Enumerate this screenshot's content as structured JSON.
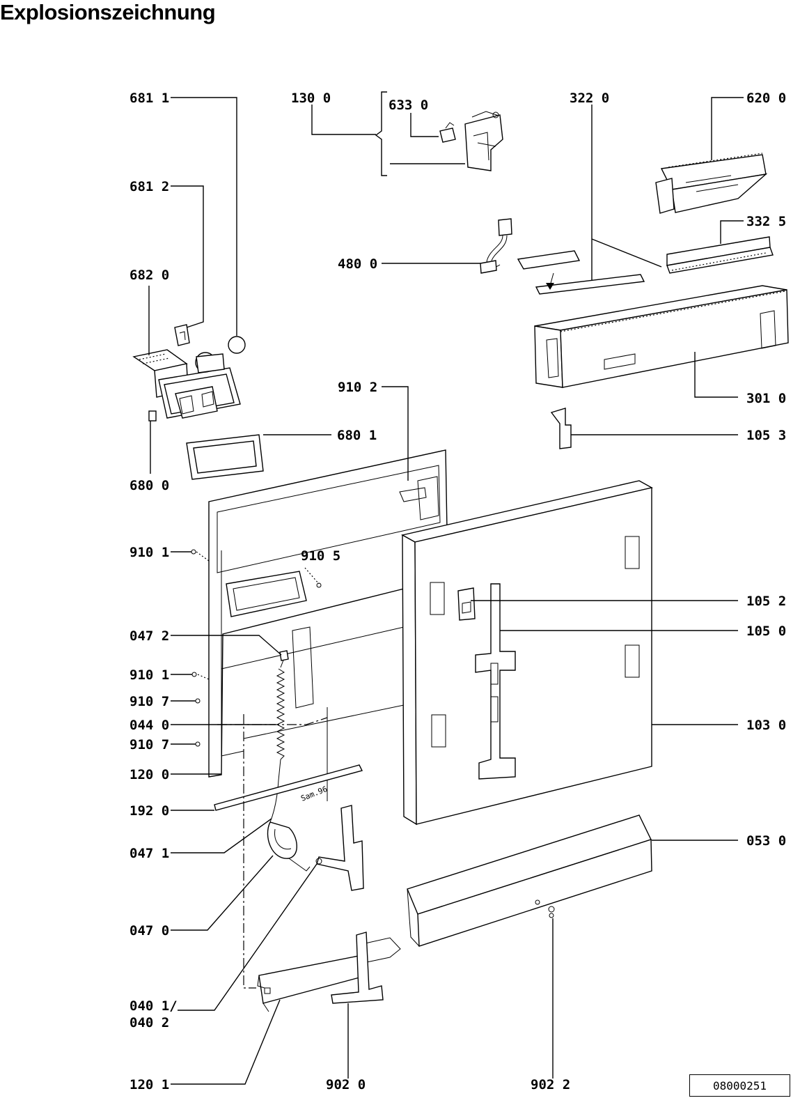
{
  "title": "Explosionszeichnung",
  "document_code": "08000251",
  "stamp_text": "Sam.96",
  "callouts": {
    "l681_1": "681 1",
    "l681_2": "681 2",
    "l682_0": "682 0",
    "l680_0": "680 0",
    "l680_1": "680 1",
    "l130_0": "130 0",
    "l633_0": "633 0",
    "l322_0": "322 0",
    "l620_0": "620 0",
    "l332_5": "332 5",
    "l480_0": "480 0",
    "l301_0": "301 0",
    "l105_3": "105 3",
    "l910_2": "910 2",
    "l910_1a": "910 1",
    "l910_5": "910 5",
    "l105_2": "105 2",
    "l105_0": "105 0",
    "l047_2": "047 2",
    "l910_1b": "910 1",
    "l910_7a": "910 7",
    "l044_0": "044 0",
    "l910_7b": "910 7",
    "l103_0": "103 0",
    "l120_0": "120 0",
    "l192_0": "192 0",
    "l047_1": "047 1",
    "l053_0": "053 0",
    "l047_0": "047 0",
    "l040_1": "040 1/",
    "l040_2": "040 2",
    "l120_1": "120 1",
    "l902_0": "902 0",
    "l902_2": "902 2"
  }
}
